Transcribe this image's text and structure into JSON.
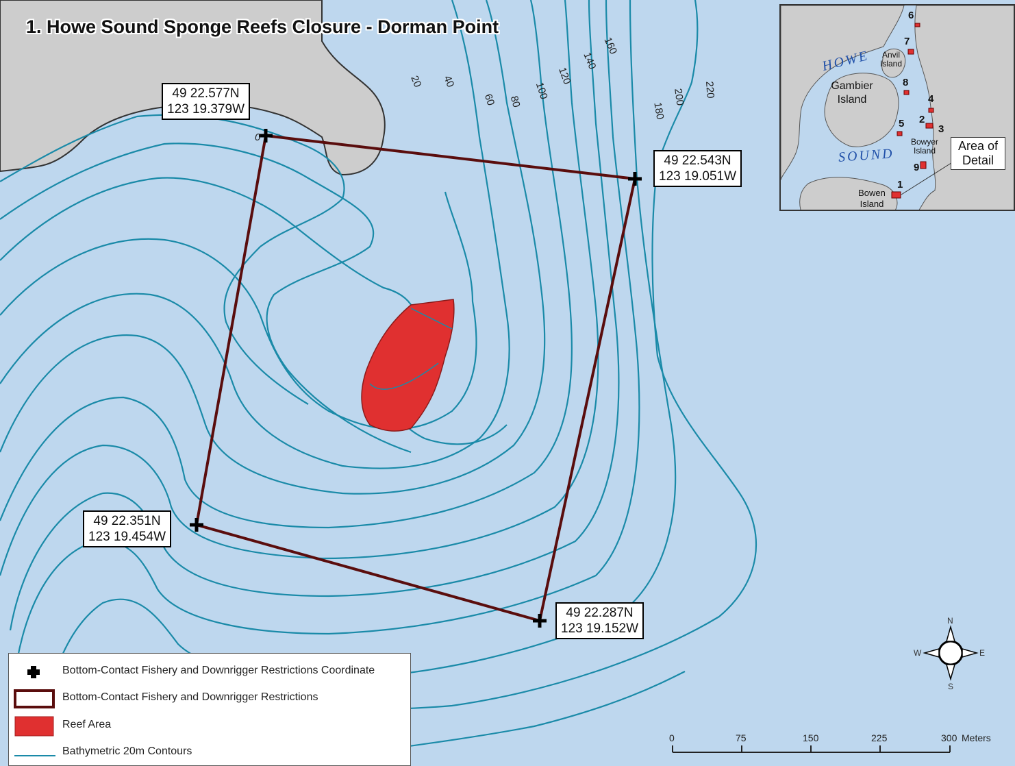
{
  "title": "1. Howe Sound Sponge Reefs Closure - Dorman Point",
  "coordinates": [
    {
      "lat": "49 22.577N",
      "lon": "123 19.379W"
    },
    {
      "lat": "49 22.543N",
      "lon": "123 19.051W"
    },
    {
      "lat": "49 22.351N",
      "lon": "123 19.454W"
    },
    {
      "lat": "49 22.287N",
      "lon": "123 19.152W"
    }
  ],
  "contour_labels": [
    "0",
    "20",
    "40",
    "60",
    "80",
    "100",
    "120",
    "140",
    "160",
    "180",
    "200",
    "220"
  ],
  "inset": {
    "howe": "HOWE",
    "sound": "SOUND",
    "gambier": "Gambier Island",
    "anvil": "Anvil Island",
    "bowyer": "Bowyer Island",
    "bowen": "Bowen Island",
    "area_of_detail": "Area of Detail",
    "site_numbers": [
      "1",
      "2",
      "3",
      "4",
      "5",
      "6",
      "7",
      "8",
      "9"
    ]
  },
  "legend": {
    "items": [
      "Bottom-Contact Fishery and Downrigger Restrictions Coordinate",
      "Bottom-Contact Fishery and Downrigger Restrictions",
      "Reef Area",
      "Bathymetric 20m Contours"
    ]
  },
  "scale_bar": {
    "ticks": [
      "0",
      "75",
      "150",
      "225",
      "300"
    ],
    "unit": "Meters"
  },
  "compass": {
    "n": "N",
    "s": "S",
    "e": "E",
    "w": "W"
  },
  "colors": {
    "water": "#bed7ee",
    "land": "#cdcdcd",
    "contour": "#1a8aa8",
    "closure": "#5a0d0d",
    "reef": "#e03030"
  }
}
